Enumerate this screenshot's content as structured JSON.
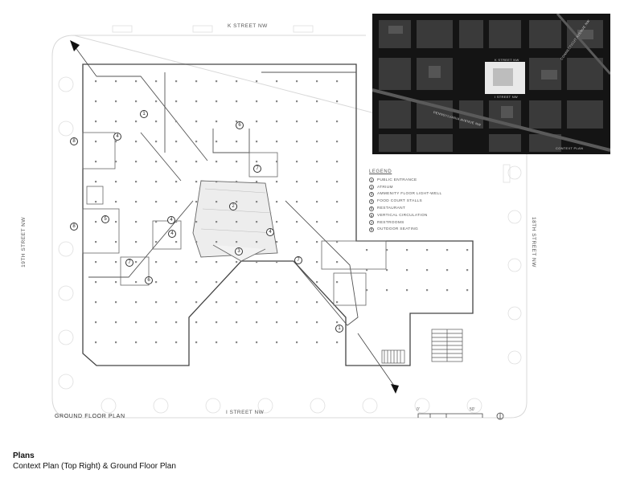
{
  "streets": {
    "north": "K STREET NW",
    "south": "I STREET NW",
    "west": "19TH STREET NW",
    "east": "18TH STREET NW"
  },
  "plan_label": "GROUND FLOOR PLAN",
  "context_map": {
    "label": "CONTEXT PLAN",
    "street_labels": [
      "K STREET NW",
      "I STREET NW",
      "PENNSYLVANIA AVENUE NW",
      "CONNECTICUT AVENUE NW"
    ]
  },
  "legend": {
    "title": "LEGEND",
    "items": [
      {
        "num": "1",
        "label": "PUBLIC ENTRANCE"
      },
      {
        "num": "2",
        "label": "ATRIUM"
      },
      {
        "num": "3",
        "label": "AMMENITY FLOOR  LIGHT-WELL"
      },
      {
        "num": "4",
        "label": "FOOD COURT STALLS"
      },
      {
        "num": "5",
        "label": "RESTAURANT"
      },
      {
        "num": "6",
        "label": "VERTICAL CIRCULATION"
      },
      {
        "num": "7",
        "label": "RESTROOMS"
      },
      {
        "num": "8",
        "label": "OUTDOOR SEATING"
      }
    ]
  },
  "markers": [
    "1",
    "1",
    "2",
    "3",
    "4",
    "4",
    "4",
    "4",
    "5",
    "6",
    "6",
    "7",
    "7",
    "7",
    "8",
    "8"
  ],
  "scale_bar": {
    "start": "0'",
    "end": "50'"
  },
  "caption": {
    "title": "Plans",
    "subtitle": "Context Plan (Top Right) & Ground Floor Plan"
  }
}
